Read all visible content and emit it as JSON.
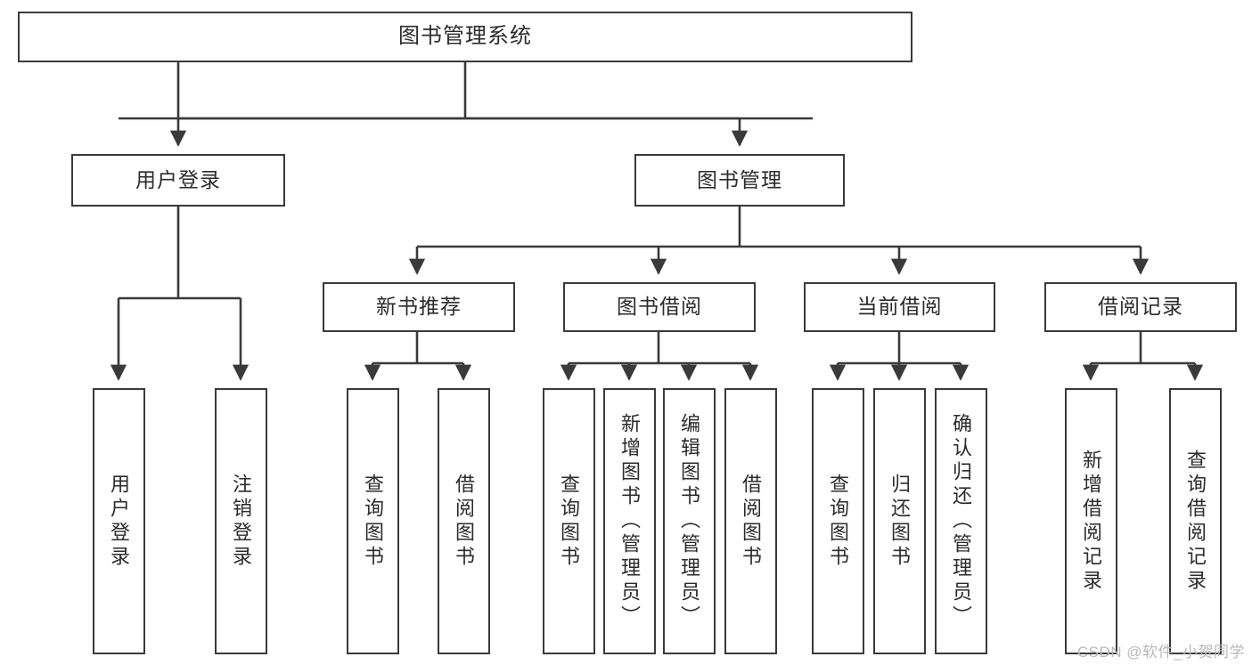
{
  "diagram": {
    "title": "图书管理系统",
    "type": "tree-hierarchy",
    "watermark": "CSDN @软件_小贺同学",
    "colors": {
      "box_border": "#3a3a3a",
      "box_fill": "#ffffff",
      "edge": "#3a3a3a",
      "text": "#2b2b2b",
      "watermark": "#b9b9b9",
      "background": "#ffffff"
    },
    "root": {
      "id": "root",
      "label": "图书管理系统",
      "orientation": "horizontal"
    },
    "level2": [
      {
        "id": "user-login",
        "label": "用户登录",
        "orientation": "horizontal"
      },
      {
        "id": "book-manage",
        "label": "图书管理",
        "orientation": "horizontal"
      }
    ],
    "level3": [
      {
        "id": "new-book-recommend",
        "label": "新书推荐",
        "orientation": "horizontal",
        "parent": "book-manage"
      },
      {
        "id": "book-borrow",
        "label": "图书借阅",
        "orientation": "horizontal",
        "parent": "book-manage"
      },
      {
        "id": "current-borrow",
        "label": "当前借阅",
        "orientation": "horizontal",
        "parent": "book-manage"
      },
      {
        "id": "borrow-record",
        "label": "借阅记录",
        "orientation": "horizontal",
        "parent": "book-manage"
      }
    ],
    "leaves": [
      {
        "id": "leaf-user-login",
        "label": "用户登录",
        "parent": "user-login"
      },
      {
        "id": "leaf-logout-login",
        "label": "注销登录",
        "parent": "user-login"
      },
      {
        "id": "leaf-query-book-1",
        "label": "查询图书",
        "parent": "new-book-recommend"
      },
      {
        "id": "leaf-borrow-book-1",
        "label": "借阅图书",
        "parent": "new-book-recommend"
      },
      {
        "id": "leaf-query-book-2",
        "label": "查询图书",
        "parent": "book-borrow"
      },
      {
        "id": "leaf-add-book-admin",
        "label": "新增图书（管理员）",
        "parent": "book-borrow"
      },
      {
        "id": "leaf-edit-book-admin",
        "label": "编辑图书（管理员）",
        "parent": "book-borrow"
      },
      {
        "id": "leaf-borrow-book-2",
        "label": "借阅图书",
        "parent": "book-borrow"
      },
      {
        "id": "leaf-query-book-3",
        "label": "查询图书",
        "parent": "current-borrow"
      },
      {
        "id": "leaf-return-book",
        "label": "归还图书",
        "parent": "current-borrow"
      },
      {
        "id": "leaf-confirm-return-admin",
        "label": "确认归还（管理员）",
        "parent": "current-borrow"
      },
      {
        "id": "leaf-add-borrow-record",
        "label": "新增借阅记录",
        "parent": "borrow-record"
      },
      {
        "id": "leaf-query-borrow-record",
        "label": "查询借阅记录",
        "parent": "borrow-record"
      }
    ]
  }
}
